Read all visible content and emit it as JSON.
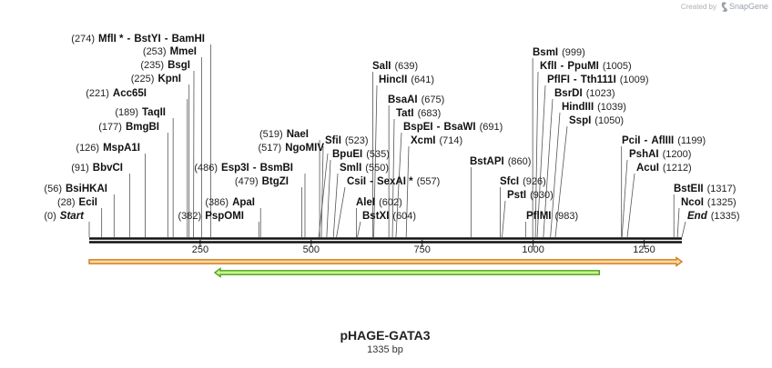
{
  "credit": {
    "prefix": "Created by",
    "brand": "SnapGene"
  },
  "map": {
    "name": "pHAGE-GATA3",
    "length_label": "1335 bp",
    "length": 1335,
    "ruler_ticks": [
      "250",
      "500",
      "750",
      "1000",
      "1250"
    ],
    "ruler_tick_values": [
      250,
      500,
      750,
      1000,
      1250
    ]
  },
  "features": [
    {
      "label": "",
      "start": 0,
      "end": 1335,
      "fill": "#f7d7a1",
      "stroke": "#d07a14",
      "arrow": "right"
    },
    {
      "label": "",
      "start": 283,
      "end": 1149,
      "fill": "#cdf18e",
      "stroke": "#47a31a",
      "arrow": "left"
    }
  ],
  "sites": [
    {
      "id": "start",
      "parts": [
        {
          "t": "(0)",
          "c": "pos"
        },
        {
          "t": "Start",
          "c": "enz",
          "i": true
        }
      ],
      "site": 0
    },
    {
      "id": "ecii",
      "parts": [
        {
          "t": "(28)",
          "c": "pos"
        },
        {
          "t": "EciI",
          "c": "enz"
        }
      ],
      "site": 28
    },
    {
      "id": "bsihkai",
      "parts": [
        {
          "t": "(56)",
          "c": "pos"
        },
        {
          "t": "BsiHKAI",
          "c": "enz"
        }
      ],
      "site": 56
    },
    {
      "id": "bbvci",
      "parts": [
        {
          "t": "(91)",
          "c": "pos"
        },
        {
          "t": "BbvCI",
          "c": "enz"
        }
      ],
      "site": 91
    },
    {
      "id": "mspa1i",
      "parts": [
        {
          "t": "(126)",
          "c": "pos"
        },
        {
          "t": "MspA1I",
          "c": "enz"
        }
      ],
      "site": 126
    },
    {
      "id": "bmgbi",
      "parts": [
        {
          "t": "(177)",
          "c": "pos"
        },
        {
          "t": "BmgBI",
          "c": "enz"
        }
      ],
      "site": 177
    },
    {
      "id": "taqii",
      "parts": [
        {
          "t": "(189)",
          "c": "pos"
        },
        {
          "t": "TaqII",
          "c": "enz"
        }
      ],
      "site": 189
    },
    {
      "id": "acc65i",
      "parts": [
        {
          "t": "(221)",
          "c": "pos"
        },
        {
          "t": "Acc65I",
          "c": "enz"
        }
      ],
      "site": 221
    },
    {
      "id": "kpni",
      "parts": [
        {
          "t": "(225)",
          "c": "pos"
        },
        {
          "t": "KpnI",
          "c": "enz"
        }
      ],
      "site": 225
    },
    {
      "id": "bsgi",
      "parts": [
        {
          "t": "(235)",
          "c": "pos"
        },
        {
          "t": "BsgI",
          "c": "enz"
        }
      ],
      "site": 235
    },
    {
      "id": "mmei",
      "parts": [
        {
          "t": "(253)",
          "c": "pos"
        },
        {
          "t": "MmeI",
          "c": "enz"
        }
      ],
      "site": 253
    },
    {
      "id": "mfli",
      "parts": [
        {
          "t": "(274)",
          "c": "pos"
        },
        {
          "t": "MflI *",
          "c": "enz"
        },
        {
          "t": "-",
          "c": "enz"
        },
        {
          "t": "BstYI",
          "c": "enz"
        },
        {
          "t": "-",
          "c": "enz"
        },
        {
          "t": "BamHI",
          "c": "enz"
        }
      ],
      "site": 274
    },
    {
      "id": "pspomi",
      "parts": [
        {
          "t": "(382)",
          "c": "pos"
        },
        {
          "t": "PspOMI",
          "c": "enz"
        }
      ],
      "site": 382
    },
    {
      "id": "apai",
      "parts": [
        {
          "t": "(386)",
          "c": "pos"
        },
        {
          "t": "ApaI",
          "c": "enz"
        }
      ],
      "site": 386
    },
    {
      "id": "esp3i",
      "parts": [
        {
          "t": "(486)",
          "c": "pos"
        },
        {
          "t": "Esp3I",
          "c": "enz"
        },
        {
          "t": "-",
          "c": "enz"
        },
        {
          "t": "BsmBI",
          "c": "enz"
        }
      ],
      "site": 486
    },
    {
      "id": "btgzi",
      "parts": [
        {
          "t": "(479)",
          "c": "pos"
        },
        {
          "t": "BtgZI",
          "c": "enz"
        }
      ],
      "site": 479
    },
    {
      "id": "ngomiv",
      "parts": [
        {
          "t": "(517)",
          "c": "pos"
        },
        {
          "t": "NgoMIV",
          "c": "enz"
        }
      ],
      "site": 517
    },
    {
      "id": "naei",
      "parts": [
        {
          "t": "(519)",
          "c": "pos"
        },
        {
          "t": "NaeI",
          "c": "enz"
        }
      ],
      "site": 519
    },
    {
      "id": "sfii",
      "parts": [
        {
          "t": "SfiI",
          "c": "enz"
        },
        {
          "t": "(523)",
          "c": "pos"
        }
      ],
      "site": 523
    },
    {
      "id": "bpuei",
      "parts": [
        {
          "t": "BpuEI",
          "c": "enz"
        },
        {
          "t": "(535)",
          "c": "pos"
        }
      ],
      "site": 535
    },
    {
      "id": "smli",
      "parts": [
        {
          "t": "SmlI",
          "c": "enz"
        },
        {
          "t": "(550)",
          "c": "pos"
        }
      ],
      "site": 550
    },
    {
      "id": "csii",
      "parts": [
        {
          "t": "CsiI",
          "c": "enz"
        },
        {
          "t": "-",
          "c": "enz"
        },
        {
          "t": "SexAI *",
          "c": "enz"
        },
        {
          "t": "(557)",
          "c": "pos"
        }
      ],
      "site": 557
    },
    {
      "id": "alei",
      "parts": [
        {
          "t": "AleI",
          "c": "enz"
        },
        {
          "t": "(602)",
          "c": "pos"
        }
      ],
      "site": 602
    },
    {
      "id": "bstxi",
      "parts": [
        {
          "t": "BstXI",
          "c": "enz"
        },
        {
          "t": "(604)",
          "c": "pos"
        }
      ],
      "site": 604
    },
    {
      "id": "sali",
      "parts": [
        {
          "t": "SalI",
          "c": "enz"
        },
        {
          "t": "(639)",
          "c": "pos"
        }
      ],
      "site": 639
    },
    {
      "id": "hincii",
      "parts": [
        {
          "t": "HincII",
          "c": "enz"
        },
        {
          "t": "(641)",
          "c": "pos"
        }
      ],
      "site": 641
    },
    {
      "id": "bsaai",
      "parts": [
        {
          "t": "BsaAI",
          "c": "enz"
        },
        {
          "t": "(675)",
          "c": "pos"
        }
      ],
      "site": 675
    },
    {
      "id": "tati",
      "parts": [
        {
          "t": "TatI",
          "c": "enz"
        },
        {
          "t": "(683)",
          "c": "pos"
        }
      ],
      "site": 683
    },
    {
      "id": "bspei",
      "parts": [
        {
          "t": "BspEI",
          "c": "enz"
        },
        {
          "t": "-",
          "c": "enz"
        },
        {
          "t": "BsaWI",
          "c": "enz"
        },
        {
          "t": "(691)",
          "c": "pos"
        }
      ],
      "site": 691
    },
    {
      "id": "xcmi",
      "parts": [
        {
          "t": "XcmI",
          "c": "enz"
        },
        {
          "t": "(714)",
          "c": "pos"
        }
      ],
      "site": 714
    },
    {
      "id": "bstapi",
      "parts": [
        {
          "t": "BstAPI",
          "c": "enz"
        },
        {
          "t": "(860)",
          "c": "pos"
        }
      ],
      "site": 860
    },
    {
      "id": "sfci",
      "parts": [
        {
          "t": "SfcI",
          "c": "enz"
        },
        {
          "t": "(926)",
          "c": "pos"
        }
      ],
      "site": 926
    },
    {
      "id": "psti",
      "parts": [
        {
          "t": "PstI",
          "c": "enz"
        },
        {
          "t": "(930)",
          "c": "pos"
        }
      ],
      "site": 930
    },
    {
      "id": "pflmi",
      "parts": [
        {
          "t": "PflMI",
          "c": "enz"
        },
        {
          "t": "(983)",
          "c": "pos"
        }
      ],
      "site": 983
    },
    {
      "id": "bsmi",
      "parts": [
        {
          "t": "BsmI",
          "c": "enz"
        },
        {
          "t": "(999)",
          "c": "pos"
        }
      ],
      "site": 999
    },
    {
      "id": "kfli",
      "parts": [
        {
          "t": "KflI",
          "c": "enz"
        },
        {
          "t": "-",
          "c": "enz"
        },
        {
          "t": "PpuMI",
          "c": "enz"
        },
        {
          "t": "(1005)",
          "c": "pos"
        }
      ],
      "site": 1005
    },
    {
      "id": "pflfi",
      "parts": [
        {
          "t": "PflFI",
          "c": "enz"
        },
        {
          "t": "-",
          "c": "enz"
        },
        {
          "t": "Tth111I",
          "c": "enz"
        },
        {
          "t": "(1009)",
          "c": "pos"
        }
      ],
      "site": 1009
    },
    {
      "id": "bsrdi",
      "parts": [
        {
          "t": "BsrDI",
          "c": "enz"
        },
        {
          "t": "(1023)",
          "c": "pos"
        }
      ],
      "site": 1023
    },
    {
      "id": "hindiii",
      "parts": [
        {
          "t": "HindIII",
          "c": "enz"
        },
        {
          "t": "(1039)",
          "c": "pos"
        }
      ],
      "site": 1039
    },
    {
      "id": "sspi",
      "parts": [
        {
          "t": "SspI",
          "c": "enz"
        },
        {
          "t": "(1050)",
          "c": "pos"
        }
      ],
      "site": 1050
    },
    {
      "id": "pcii",
      "parts": [
        {
          "t": "PciI",
          "c": "enz"
        },
        {
          "t": "-",
          "c": "enz"
        },
        {
          "t": "AflIII",
          "c": "enz"
        },
        {
          "t": "(1199)",
          "c": "pos"
        }
      ],
      "site": 1199
    },
    {
      "id": "pshai",
      "parts": [
        {
          "t": "PshAI",
          "c": "enz"
        },
        {
          "t": "(1200)",
          "c": "pos"
        }
      ],
      "site": 1200
    },
    {
      "id": "acui",
      "parts": [
        {
          "t": "AcuI",
          "c": "enz"
        },
        {
          "t": "(1212)",
          "c": "pos"
        }
      ],
      "site": 1212
    },
    {
      "id": "bsteii",
      "parts": [
        {
          "t": "BstEII",
          "c": "enz"
        },
        {
          "t": "(1317)",
          "c": "pos"
        }
      ],
      "site": 1317
    },
    {
      "id": "ncoi",
      "parts": [
        {
          "t": "NcoI",
          "c": "enz"
        },
        {
          "t": "(1325)",
          "c": "pos"
        }
      ],
      "site": 1325
    },
    {
      "id": "end",
      "parts": [
        {
          "t": "End",
          "c": "enz",
          "i": true
        },
        {
          "t": "(1335)",
          "c": "pos"
        }
      ],
      "site": 1335
    }
  ]
}
